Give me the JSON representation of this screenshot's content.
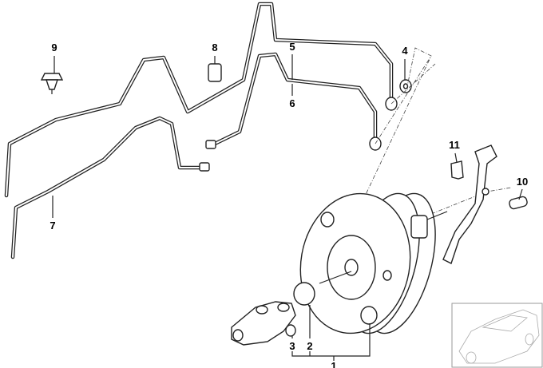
{
  "diagram": {
    "callouts": [
      {
        "id": "1",
        "part": "brake-booster-assembly"
      },
      {
        "id": "2",
        "part": "o-ring"
      },
      {
        "id": "3",
        "part": "seal"
      },
      {
        "id": "4",
        "part": "washer"
      },
      {
        "id": "5",
        "part": "brake-pipe-upper"
      },
      {
        "id": "6",
        "part": "brake-pipe-lower"
      },
      {
        "id": "7",
        "part": "brake-pipe-long"
      },
      {
        "id": "8",
        "part": "clip"
      },
      {
        "id": "9",
        "part": "expanding-rivet"
      },
      {
        "id": "10",
        "part": "pin"
      },
      {
        "id": "11",
        "part": "retaining-clip"
      }
    ]
  }
}
